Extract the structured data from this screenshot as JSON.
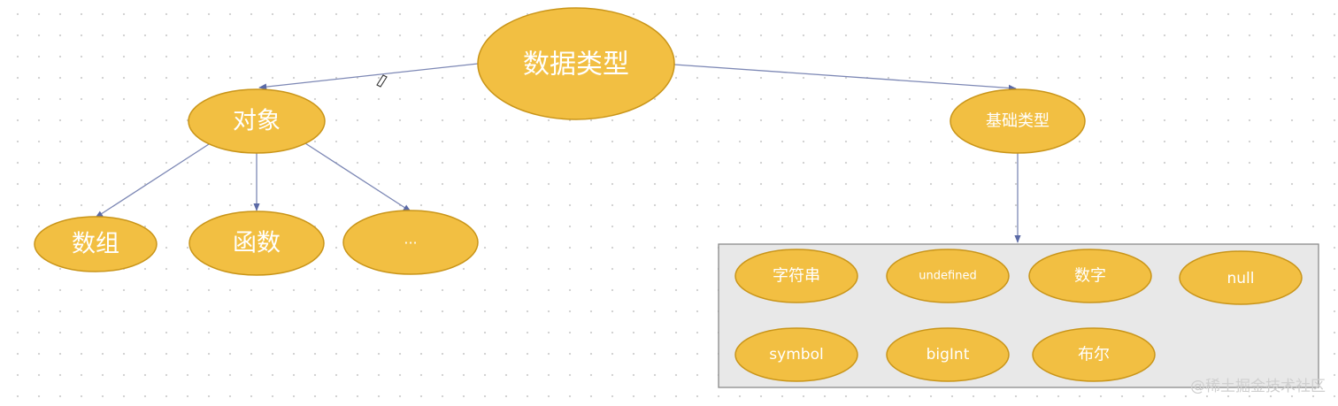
{
  "diagram": {
    "root": "数据类型",
    "object": {
      "label": "对象",
      "children": [
        "数组",
        "函数",
        "..."
      ]
    },
    "basic": {
      "label": "基础类型",
      "children_row1": [
        "字符串",
        "undefined",
        "数字",
        "null"
      ],
      "children_row2": [
        "symbol",
        "bigInt",
        "布尔"
      ]
    }
  },
  "colors": {
    "node_fill": "#f2bf42",
    "node_stroke": "#c99519",
    "node_text": "#ffffff",
    "edge": "#7d88b5",
    "group_fill": "#e8e8e8",
    "group_stroke": "#8a8a8a"
  },
  "watermark": "@稀土掘金技术社区"
}
